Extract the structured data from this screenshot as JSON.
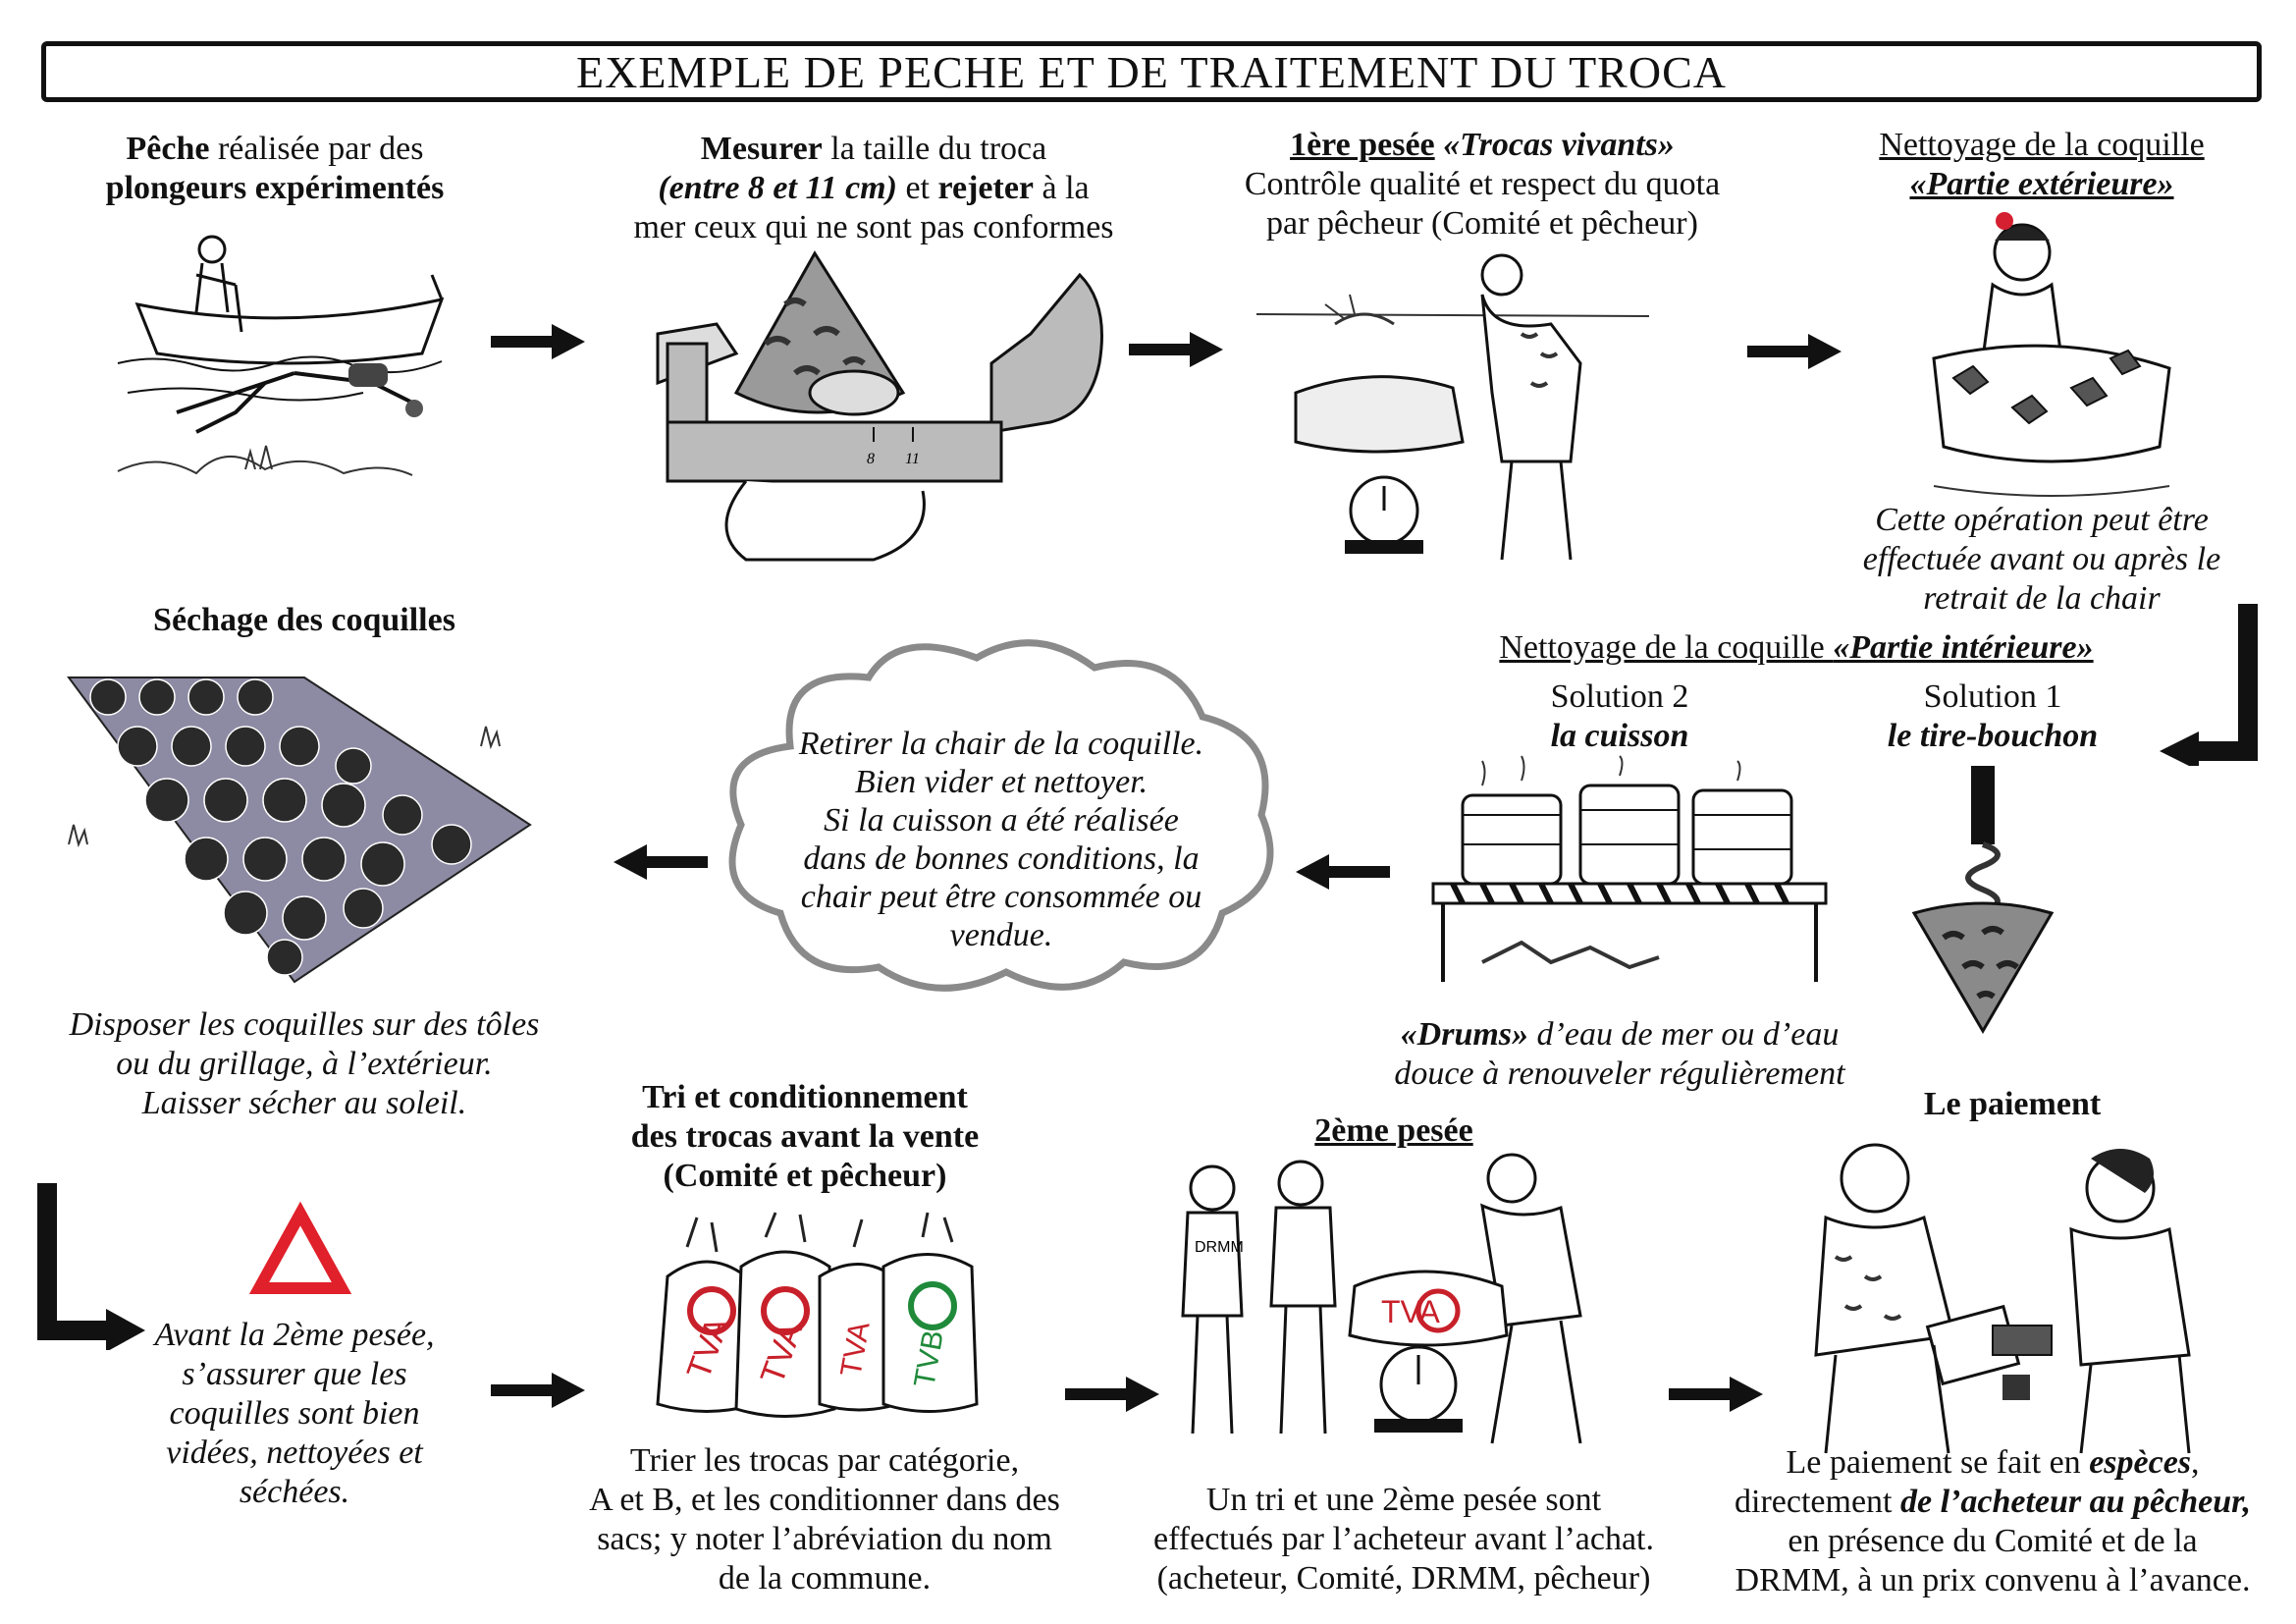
{
  "title": "EXEMPLE DE PECHE ET DE TRAITEMENT DU TROCA",
  "steps": {
    "peche": {
      "bold1": "Pêche",
      "text1": " réalisée par des",
      "bold2": "plongeurs expérimentés"
    },
    "mesurer": {
      "bold1": "Mesurer",
      "text1": " la taille du troca",
      "italic_bold": "(entre 8 et 11 cm)",
      "text2": " et ",
      "bold2": "rejeter",
      "text3": " à la",
      "line3": "mer ceux qui ne sont pas conformes",
      "ruler_mark_8": "8",
      "ruler_mark_11": "11"
    },
    "pesee1": {
      "ul": "1ère pesée",
      "italic": " «Trocas vivants»",
      "line2": "Contrôle qualité et respect du quota",
      "line3": "par pêcheur (Comité et pêcheur)"
    },
    "nettoyage_ext": {
      "ul": "Nettoyage de la coquille",
      "italic_ul": "«Partie extérieure»",
      "note1": "Cette opération peut être",
      "note2": "effectuée avant ou après le",
      "note3": "retrait de la chair"
    },
    "nettoyage_int": {
      "ul_plain": "Nettoyage de la coquille ",
      "ul_italic": "«Partie intérieure»",
      "sol2_label": "Solution 2",
      "sol2_name": "la cuisson",
      "sol1_label": "Solution 1",
      "sol1_name": "le tire-bouchon",
      "drums_bold": "«Drums»",
      "drums_text": " d’eau de mer ou d’eau",
      "drums_line2": "douce à renouveler régulièrement"
    },
    "cloud": {
      "line1": "Retirer la chair de la coquille.",
      "line2": "Bien vider et nettoyer.",
      "line3": "Si la cuisson a été réalisée",
      "line4": "dans de bonnes conditions, la",
      "line5": "chair peut être consommée ou",
      "line6": "vendue."
    },
    "sechage": {
      "title": "Séchage des coquilles",
      "note1": "Disposer les coquilles sur des tôles",
      "note2": "ou du grillage, à l’extérieur.",
      "note3": "Laisser sécher au soleil."
    },
    "warning": {
      "line1": "Avant la 2ème pesée,",
      "line2": "s’assurer que les",
      "line3": "coquilles sont bien",
      "line4": "vidées, nettoyées et",
      "line5": "séchées."
    },
    "tri": {
      "title1": "Tri et conditionnement",
      "title2": "des trocas avant la vente",
      "title3": "(Comité et pêcheur)",
      "note1": "Trier les trocas par catégorie,",
      "note2": "A et B, et les conditionner dans des",
      "note3": "sacs; y noter l’abréviation du nom",
      "note4": "de la commune.",
      "bag_label": "TVA",
      "bag_label_b": "TVB"
    },
    "pesee2": {
      "title": "2ème pesée",
      "note1": "Un tri et une 2ème pesée sont",
      "note2": "effectués par l’acheteur avant l’achat.",
      "note3": "(acheteur, Comité, DRMM, pêcheur)",
      "shirt_label": "DRMM",
      "bag_label": "TVA"
    },
    "paiement": {
      "title": "Le paiement",
      "t1": "Le paiement se fait en ",
      "b1": "espèces",
      "t2": ",",
      "t3": "directement ",
      "b2": "de l’acheteur au pêcheur,",
      "line3": "en présence du Comité et de la",
      "line4": "DRMM, à un prix convenu à l’avance."
    }
  },
  "colors": {
    "warning_red": "#e0202a",
    "label_red": "#c8202a",
    "label_green": "#1f8a3a",
    "flower_red": "#d42030",
    "shell_grey": "#8a8a8a"
  }
}
